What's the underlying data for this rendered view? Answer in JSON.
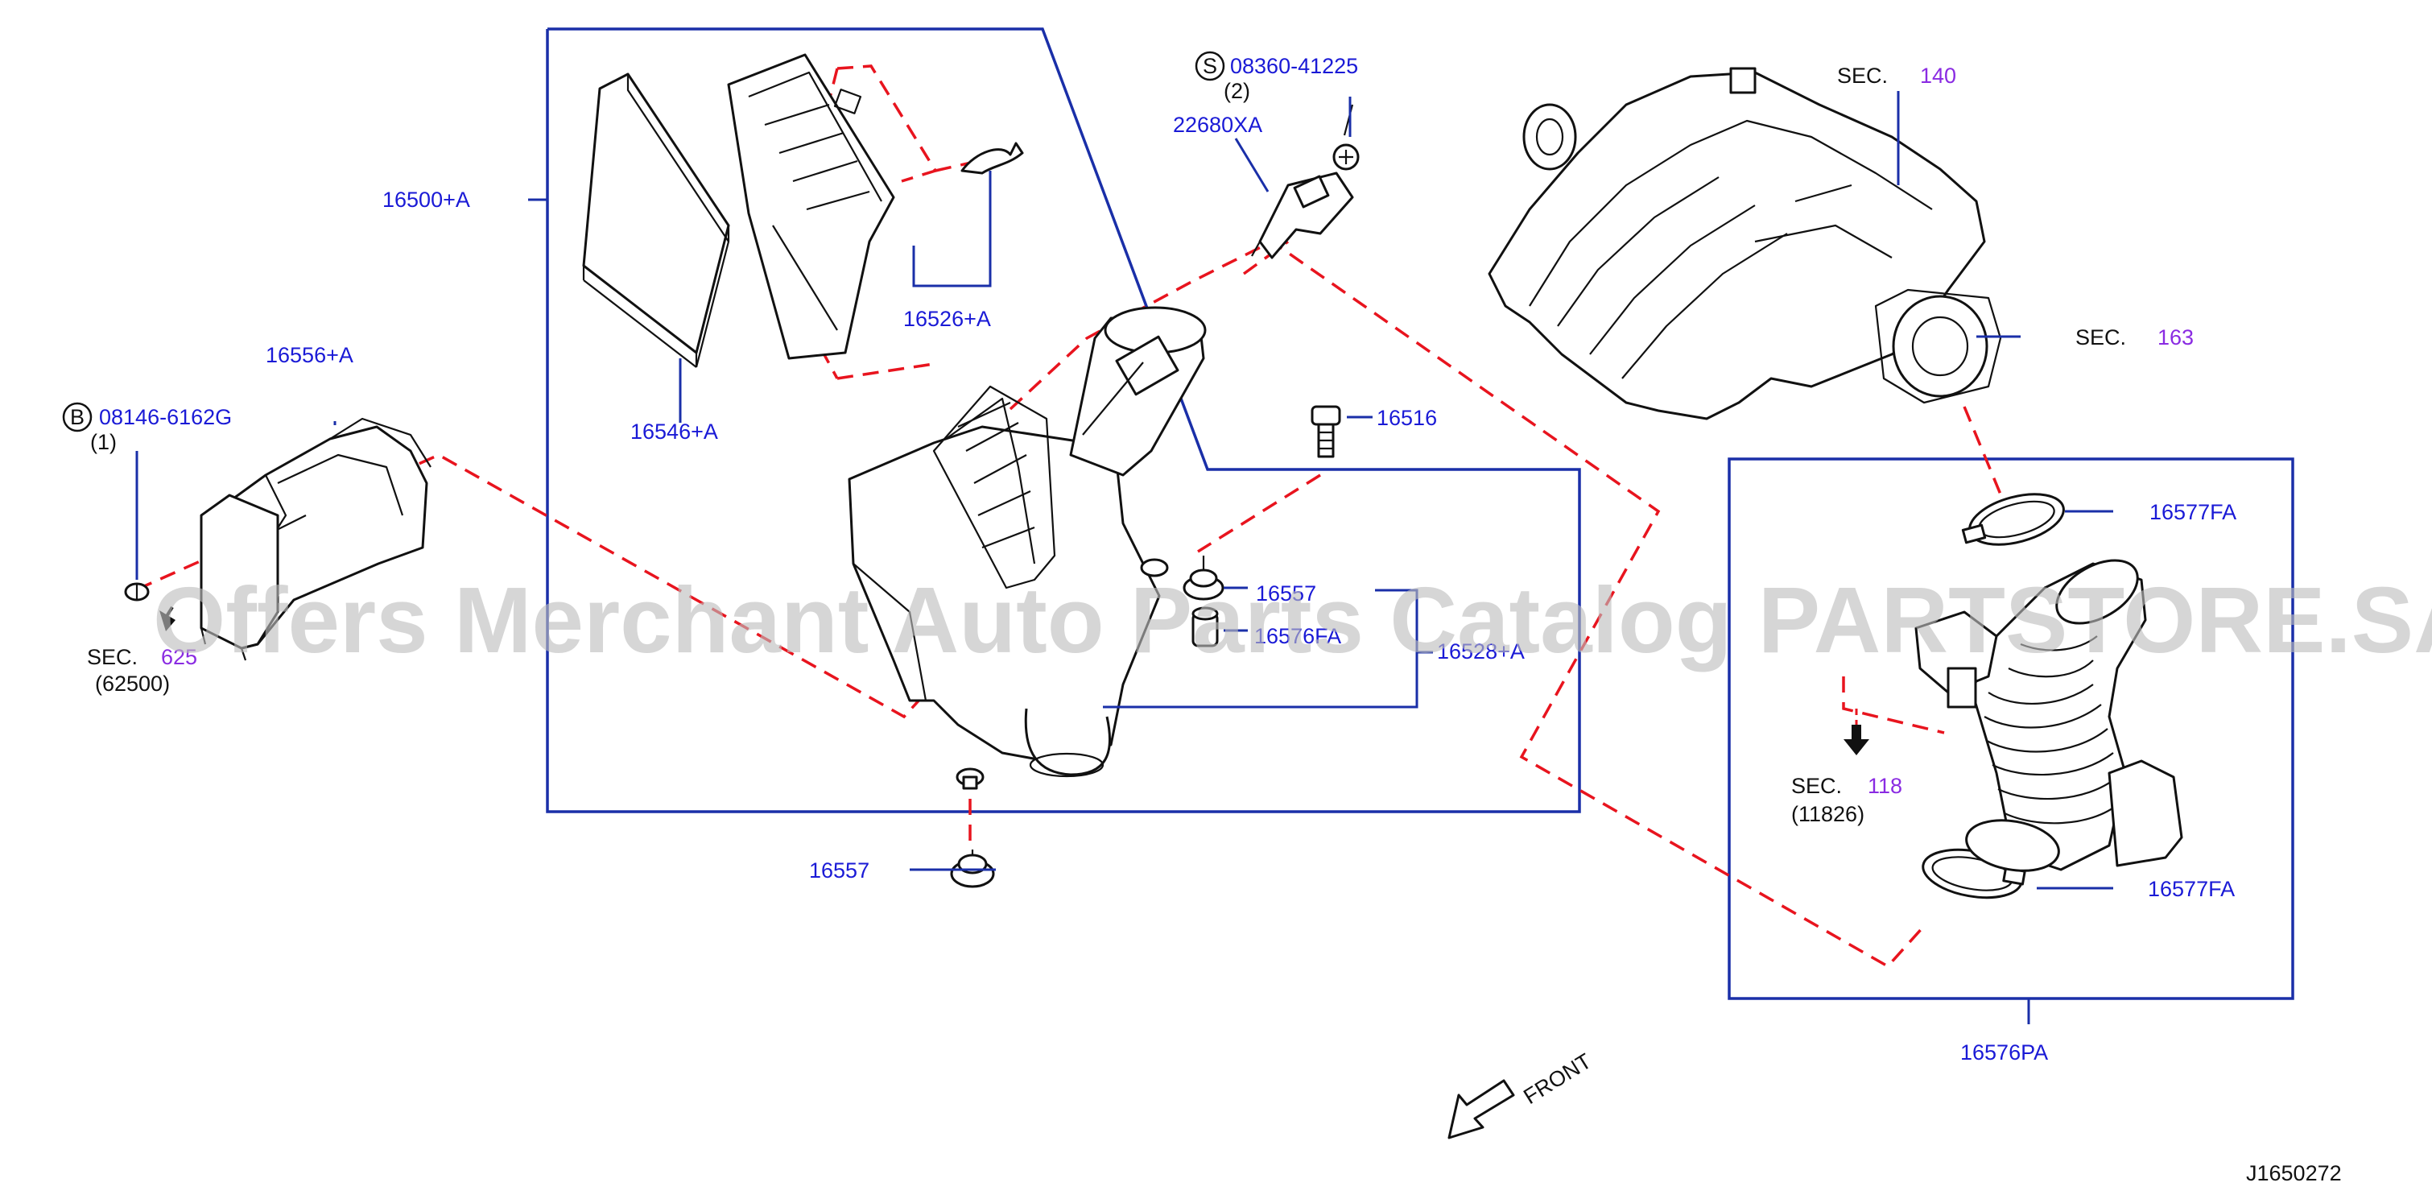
{
  "diagram": {
    "watermark": "Offers Merchant Auto Parts Catalog PARTSTORE.SA",
    "figure_id": "J1650272",
    "front_label": "FRONT",
    "callouts": {
      "p16500A": "16500+A",
      "p16546A": "16546+A",
      "p16526A": "16526+A",
      "p22680XA": "22680XA",
      "p08360": "08360-41225",
      "p08360_qty": "(2)",
      "p08360_badge": "S",
      "p16516": "16516",
      "p16557_upper": "16557",
      "p16576FA": "16576FA",
      "p16528A": "16528+A",
      "p16557_lower": "16557",
      "p16556A": "16556+A",
      "p08146": "08146-6162G",
      "p08146_qty": "(1)",
      "p08146_badge": "B",
      "p16577FA_top": "16577FA",
      "p16577FA_bottom": "16577FA",
      "p16576PA": "16576PA"
    },
    "sections": {
      "s625": {
        "prefix": "SEC.",
        "num": "625",
        "sub": "(62500)"
      },
      "s140": {
        "prefix": "SEC.",
        "num": "140"
      },
      "s163": {
        "prefix": "SEC.",
        "num": "163"
      },
      "s118": {
        "prefix": "SEC.",
        "num": "118",
        "sub": "(11826)"
      }
    },
    "colors": {
      "callout_blue": "#1a1ad6",
      "leader_blue": "#1a2fa8",
      "dashed_red": "#e8141e",
      "section_purple": "#8a2be2"
    }
  }
}
